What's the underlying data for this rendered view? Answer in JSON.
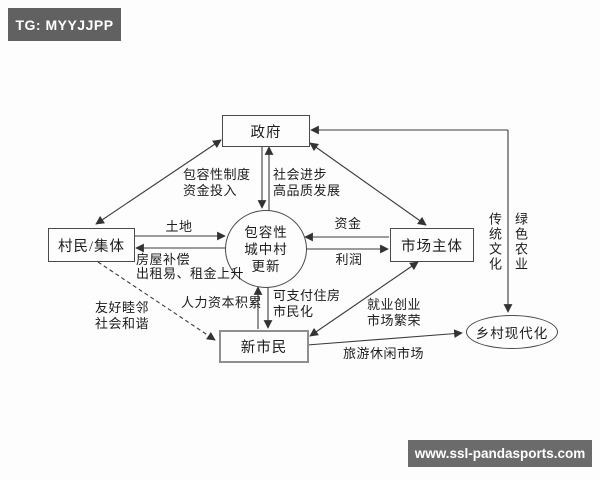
{
  "overlays": {
    "badge_text": "TG: MYYJJPP",
    "badge_bg": "#616161",
    "banner_text": "www.ssl-pandasports.com",
    "banner_bg": "#6b6b6b"
  },
  "diagram": {
    "line_color": "#3c3c3c",
    "nodes": {
      "government": "政府",
      "villagers": "村民/集体",
      "market": "市场主体",
      "new_citizens": "新市民",
      "center": "包容性\n城中村\n更新",
      "rural_modernization": "乡村现代化"
    },
    "edge_labels": {
      "inclusive_system": "包容性制度\n资金投入",
      "social_progress": "社会进步\n高品质发展",
      "land": "土地",
      "housing_compensation": "房屋补偿",
      "easy_rent": "出租易、租金上升",
      "friendly_neighbors": "友好睦邻\n社会和谐",
      "human_capital": "人力资本积累",
      "affordable_housing": "可支付住房\n市民化",
      "funds": "资金",
      "profit": "利润",
      "employment": "就业创业\n市场繁荣",
      "tourism": "旅游休闲市场",
      "traditional_culture": "传统文化",
      "green_agriculture": "绿色农业"
    }
  }
}
